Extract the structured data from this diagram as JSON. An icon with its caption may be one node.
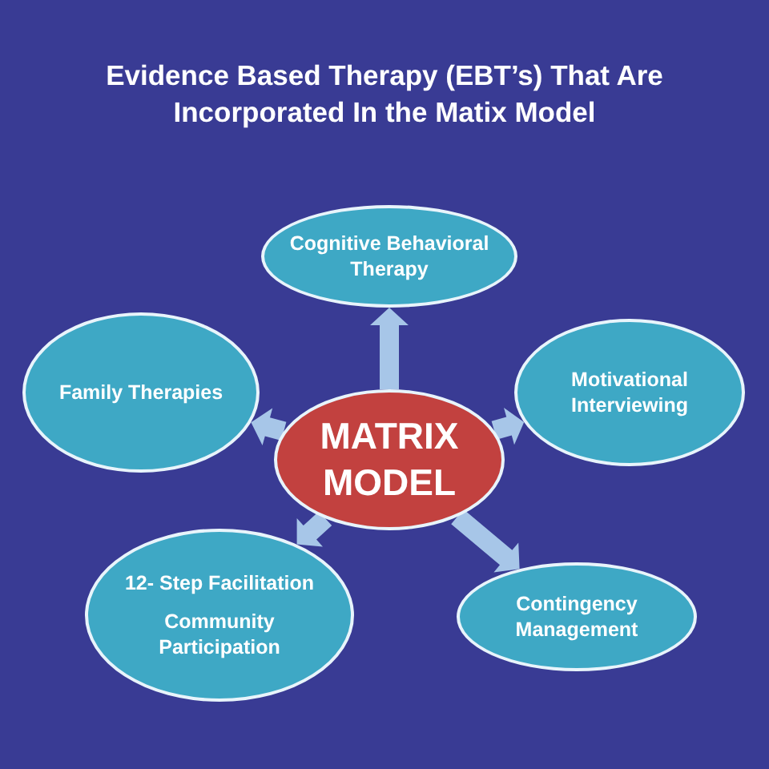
{
  "diagram": {
    "title": "Evidence Based Therapy (EBT’s) That Are Incorporated In the Matix Model",
    "nodes": [
      {
        "text": [
          "Cognitive Behavioral Therapy"
        ]
      },
      {
        "text": [
          "Family Therapies"
        ]
      },
      {
        "text": [
          "Motivational Interviewing"
        ]
      },
      {
        "text": [
          "MATRIX MODEL"
        ]
      },
      {
        "text": [
          "12- Step Facilitation",
          "Community Participation"
        ]
      },
      {
        "text": [
          "Contingency Management"
        ]
      }
    ],
    "edges": [
      {
        "from": 3,
        "to": 0,
        "arrow": "to"
      },
      {
        "from": 3,
        "to": 1,
        "arrow": "to"
      },
      {
        "from": 3,
        "to": 2,
        "arrow": "to"
      },
      {
        "from": 3,
        "to": 4,
        "arrow": "to"
      },
      {
        "from": 3,
        "to": 5,
        "arrow": "to"
      }
    ]
  }
}
